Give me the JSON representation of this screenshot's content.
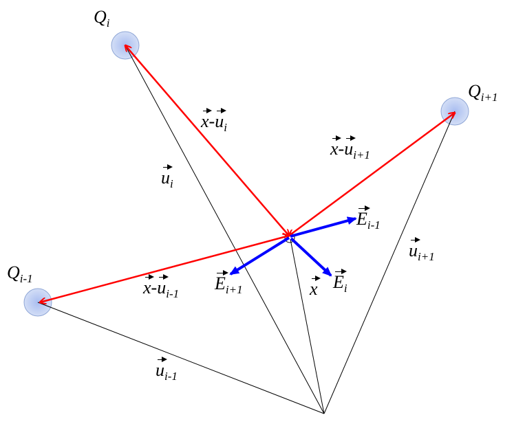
{
  "labels": {
    "q_i": {
      "base": "Q",
      "sub": "i"
    },
    "q_ip1": {
      "base": "Q",
      "sub": "i+1"
    },
    "q_im1": {
      "base": "Q",
      "sub": "i-1"
    },
    "x_minus_u_i": {
      "a": "x",
      "dash": "-",
      "b": "u",
      "sub": "i"
    },
    "x_minus_u_ip1": {
      "a": "x",
      "dash": "-",
      "b": "u",
      "sub": "i+1"
    },
    "x_minus_u_im1": {
      "a": "x",
      "dash": "-",
      "b": "u",
      "sub": "i-1"
    },
    "u_i": {
      "base": "u",
      "sub": "i"
    },
    "u_ip1": {
      "base": "u",
      "sub": "i+1"
    },
    "u_im1": {
      "base": "u",
      "sub": "i-1"
    },
    "e_im1": {
      "base": "E",
      "sub": "i-1"
    },
    "e_ip1": {
      "base": "E",
      "sub": "i+1"
    },
    "e_i": {
      "base": "E",
      "sub": "i"
    },
    "x": {
      "base": "x"
    }
  },
  "colors": {
    "field_vector": "#ff0000",
    "e_vector": "#0000ff",
    "charge_fill": "#c6d4f2",
    "charge_stroke": "#8fa6d6"
  }
}
